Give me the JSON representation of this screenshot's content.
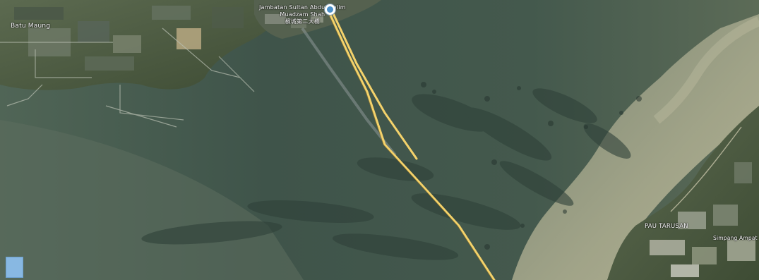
{
  "map": {
    "type": "satellite",
    "labels": {
      "top_line1": "Jambatan Sultan Abdul Halim",
      "top_line2": "Muadzam Shah",
      "top_line3": "檳城第二大橋",
      "left": "Batu Maung",
      "right": "PAU TARUSAN",
      "right2": "Simpang Ampat"
    },
    "icons": {
      "pin": "location-pin-icon",
      "corner": "map-layer-toggle-icon"
    },
    "colors": {
      "water": "#44574d",
      "shallow_water": "#9d9f84",
      "bridge": "#f4d26b",
      "land": "#4d5a3d",
      "pin": "#4a8fc9"
    }
  }
}
